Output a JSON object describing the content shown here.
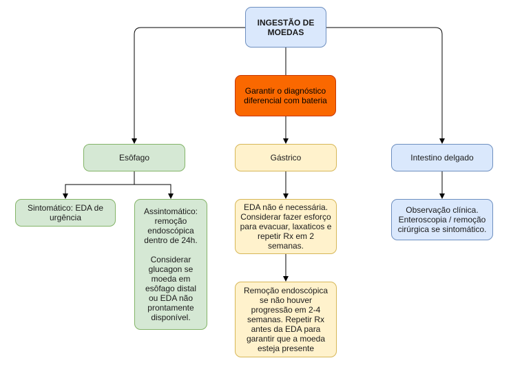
{
  "nodes": {
    "root": "INGESTÃO DE MOEDAS",
    "diagnosis": "Garantir o diagnóstico diferencial com bateria",
    "esophagus": "Esôfago",
    "gastric": "Gástrico",
    "small_intestine": "Intestino delgado",
    "symptomatic": "Sintomático: EDA de urgência",
    "asymptomatic": "Assintomático: remoção endoscópica dentro de 24h.\n\nConsiderar glucagon se moeda em esôfago distal ou EDA não prontamente disponível.",
    "eda_not_needed": "EDA não é necessária. Considerar fazer esforço para evacuar, laxaticos e repetir Rx em 2 semanas.",
    "endoscopic_removal": "Remoção endoscópica se não houver progressão em 2-4 semanas. Repetir Rx antes da EDA para garantir que a moeda esteja presente",
    "observation": "Observação clínica. Enteroscopia / remoção cirúrgica se sintomático."
  },
  "colors": {
    "blue_fill": "#dae8fc",
    "green_fill": "#d5e8d4",
    "yellow_fill": "#fff2cc",
    "orange_fill": "#fa6800"
  }
}
